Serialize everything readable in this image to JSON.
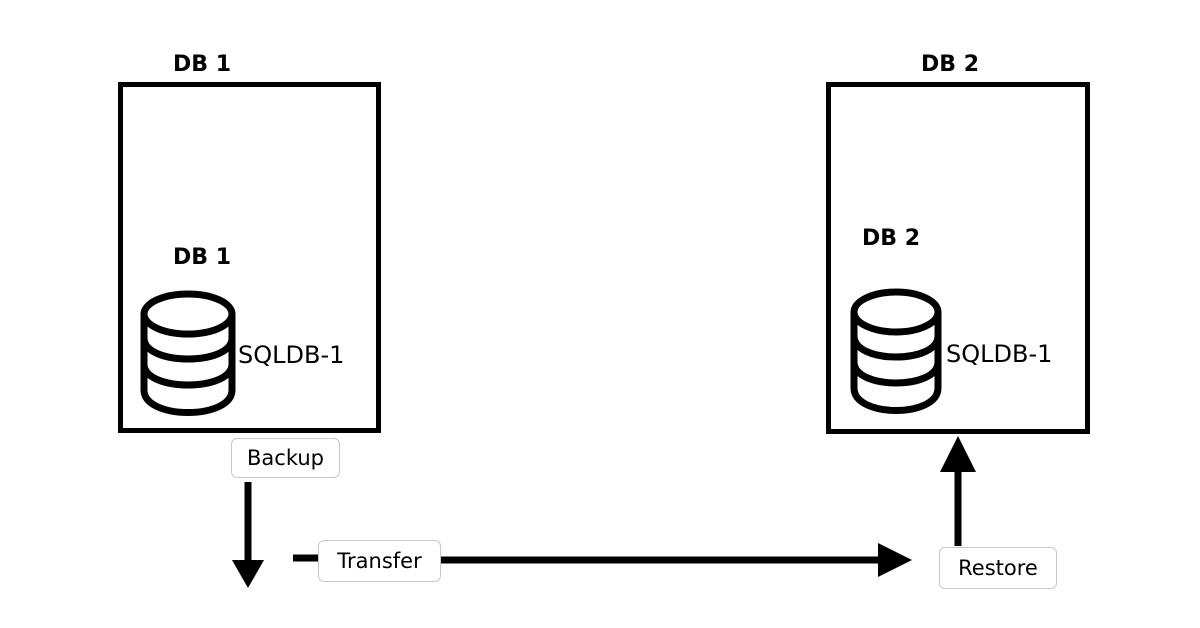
{
  "servers": [
    {
      "title": "DB 1",
      "database": {
        "title": "DB 1",
        "name": "SQLDB-1",
        "icon": "database-icon"
      }
    },
    {
      "title": "DB 2",
      "database": {
        "title": "DB 2",
        "name": "SQLDB-1",
        "icon": "database-icon"
      }
    }
  ],
  "steps": {
    "backup": "Backup",
    "transfer": "Transfer",
    "restore": "Restore"
  },
  "colors": {
    "line": "#000000",
    "label_border": "#c8c8c8",
    "background": "#ffffff"
  }
}
